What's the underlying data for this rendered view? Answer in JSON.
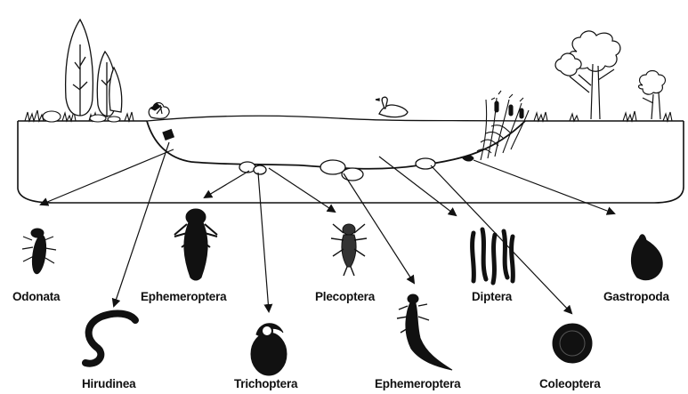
{
  "colors": {
    "ink": "#111111",
    "background": "#ffffff"
  },
  "taxa": [
    {
      "key": "odonata",
      "name": "Odonata",
      "icon": "dragonfly-nymph-icon"
    },
    {
      "key": "hirudinea",
      "name": "Hirudinea",
      "icon": "leech-icon"
    },
    {
      "key": "ephemeroptera_upper",
      "name": "Ephemeroptera",
      "icon": "mayfly-nymph-icon"
    },
    {
      "key": "trichoptera",
      "name": "Trichoptera",
      "icon": "caddisfly-larva-icon"
    },
    {
      "key": "plecoptera",
      "name": "Plecoptera",
      "icon": "stonefly-nymph-icon"
    },
    {
      "key": "ephemeroptera_lower",
      "name": "Ephemeroptera",
      "icon": "mayfly-larva-icon"
    },
    {
      "key": "diptera",
      "name": "Diptera",
      "icon": "midge-larvae-icon"
    },
    {
      "key": "coleoptera",
      "name": "Coleoptera",
      "icon": "beetle-larva-icon"
    },
    {
      "key": "gastropoda",
      "name": "Gastropoda",
      "icon": "snail-icon"
    }
  ]
}
